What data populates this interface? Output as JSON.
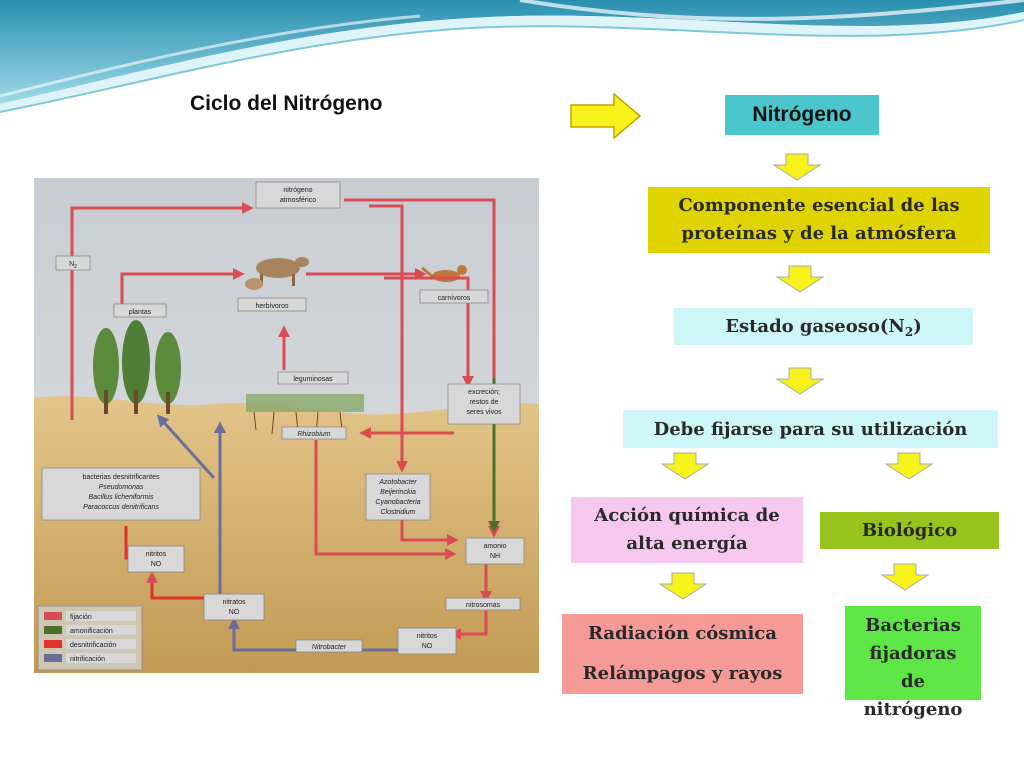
{
  "slide_title": "Ciclo del Nitrógeno",
  "header_box": "Nitrógeno",
  "flow_boxes": {
    "component": [
      "Componente esencial de las",
      "proteínas y de la atmósfera"
    ],
    "gaseous_state": "Estado gaseoso(N",
    "gaseous_sub": "2",
    "gaseous_close": ")",
    "must_fix": "Debe fijarse para su utilización",
    "chemical": [
      "Acción química de",
      "alta energía"
    ],
    "biological": "Biológico",
    "radiation": [
      "Radiación cósmica",
      "Relámpagos y rayos"
    ],
    "bacteria": [
      "Bacterias",
      "fijadoras",
      "de",
      "nitrógeno"
    ]
  },
  "cycle_diagram": {
    "labels": {
      "atmospheric": [
        "nitrógeno",
        "atmosférico"
      ],
      "n2": "N",
      "n2_sub": "2",
      "plants": "plantas",
      "herbivores": "herbívoros",
      "carnivores": "carnívoros",
      "legumes": "leguminosas",
      "rhizobium": "Rhizobium",
      "excretion": [
        "excreción;",
        "restos de",
        "seres vivos"
      ],
      "denitrifying": [
        "bacterias desnitrificantes"
      ],
      "denitrifying_species": [
        "Pseudomonas",
        "Bacillus licheniformis",
        "Paracoccus denitrificans"
      ],
      "fixers": [
        "Azotobacter",
        "Beijerinckia",
        "Cyanobacteria",
        "Clostridium"
      ],
      "nitrites_left": [
        "nitritos",
        "NO"
      ],
      "nitrates": [
        "nitratos",
        "NO"
      ],
      "ammonium": [
        "amonio",
        "NH"
      ],
      "nitrosomonas": "nitrosomas",
      "nitrites_right": [
        "nitritos",
        "NO"
      ],
      "nitrobacter": "Nitrobacter"
    },
    "legend": [
      {
        "label": "fijación",
        "color": "#d84a56"
      },
      {
        "label": "amonificación",
        "color": "#4f6e2e"
      },
      {
        "label": "desnitrificación",
        "color": "#e03228"
      },
      {
        "label": "nitrificación",
        "color": "#6a6e9a"
      }
    ]
  },
  "colors": {
    "header": "#4bc6cc",
    "component": "#e0d400",
    "light_cyan": "#ccf6f8",
    "chemical": "#f6c8f0",
    "biological": "#96c41c",
    "radiation": "#f59a96",
    "bacteria": "#5ee646",
    "arrow_fill": "#f7f21a"
  }
}
